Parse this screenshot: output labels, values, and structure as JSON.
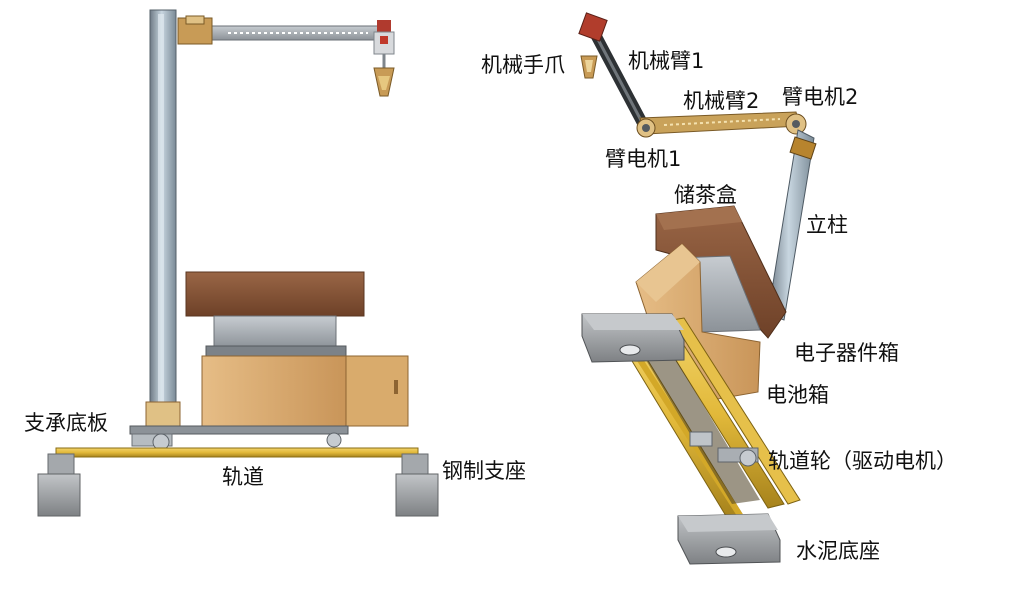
{
  "left_view": {
    "labels": {
      "base_plate": "支承底板",
      "track": "轨道",
      "steel_support": "钢制支座"
    }
  },
  "right_view": {
    "labels": {
      "gripper": "机械手爪",
      "arm1": "机械臂1",
      "arm2": "机械臂2",
      "arm_motor2": "臂电机2",
      "arm_motor1": "臂电机1",
      "tea_box": "储茶盒",
      "column": "立柱",
      "electronics_box": "电子器件箱",
      "battery_box": "电池箱",
      "track_wheel": "轨道轮（驱动电机）",
      "cement_base": "水泥底座"
    }
  },
  "colors": {
    "metal_dark": "#6e7378",
    "metal_mid": "#a9adb2",
    "metal_light": "#d3d6da",
    "column_blue": "#8fb4cf",
    "rail_yellow": "#e2b93a",
    "rail_dark": "#a7831c",
    "wood_brown": "#8b5a3c",
    "carton_tan": "#d8aa72",
    "concrete": "#9a9da0"
  }
}
